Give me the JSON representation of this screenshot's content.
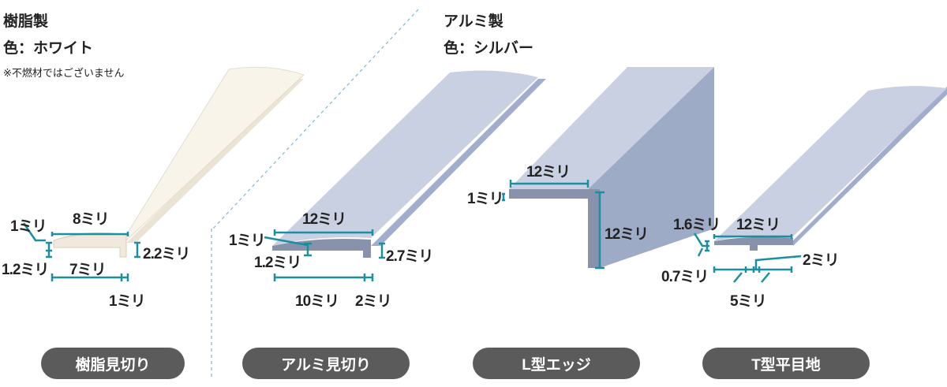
{
  "resin": {
    "title": "樹脂製",
    "color": "色：ホワイト",
    "note": "※不燃材ではございません",
    "dims": {
      "top_width": "8ミリ",
      "lip": "1ミリ",
      "edge": "1.2ミリ",
      "height": "2.2ミリ",
      "bottom": "7ミリ",
      "foot": "1ミリ"
    },
    "label": "樹脂見切り"
  },
  "aluminum": {
    "title": "アルミ製",
    "color": "色：シルバー"
  },
  "alu_trim": {
    "dims": {
      "top_width": "12ミリ",
      "lip": "1ミリ",
      "edge": "1.2ミリ",
      "height": "2.7ミリ",
      "bottom": "10ミリ",
      "foot": "2ミリ"
    },
    "label": "アルミ見切り"
  },
  "l_edge": {
    "dims": {
      "width": "12ミリ",
      "thickness": "1ミリ",
      "height": "12ミリ"
    },
    "label": "L型エッジ"
  },
  "t_joint": {
    "dims": {
      "thick": "1.6ミリ",
      "width": "12ミリ",
      "edge": "0.7ミリ",
      "stem": "2ミリ",
      "side": "5ミリ"
    },
    "label": "T型平目地"
  },
  "colors": {
    "cream": "#f7f3e8",
    "alu": "#c9d0e2",
    "alu_side": "#9eabc6",
    "dim_line": "#1b8fa0",
    "pill": "#5b5b5b"
  }
}
